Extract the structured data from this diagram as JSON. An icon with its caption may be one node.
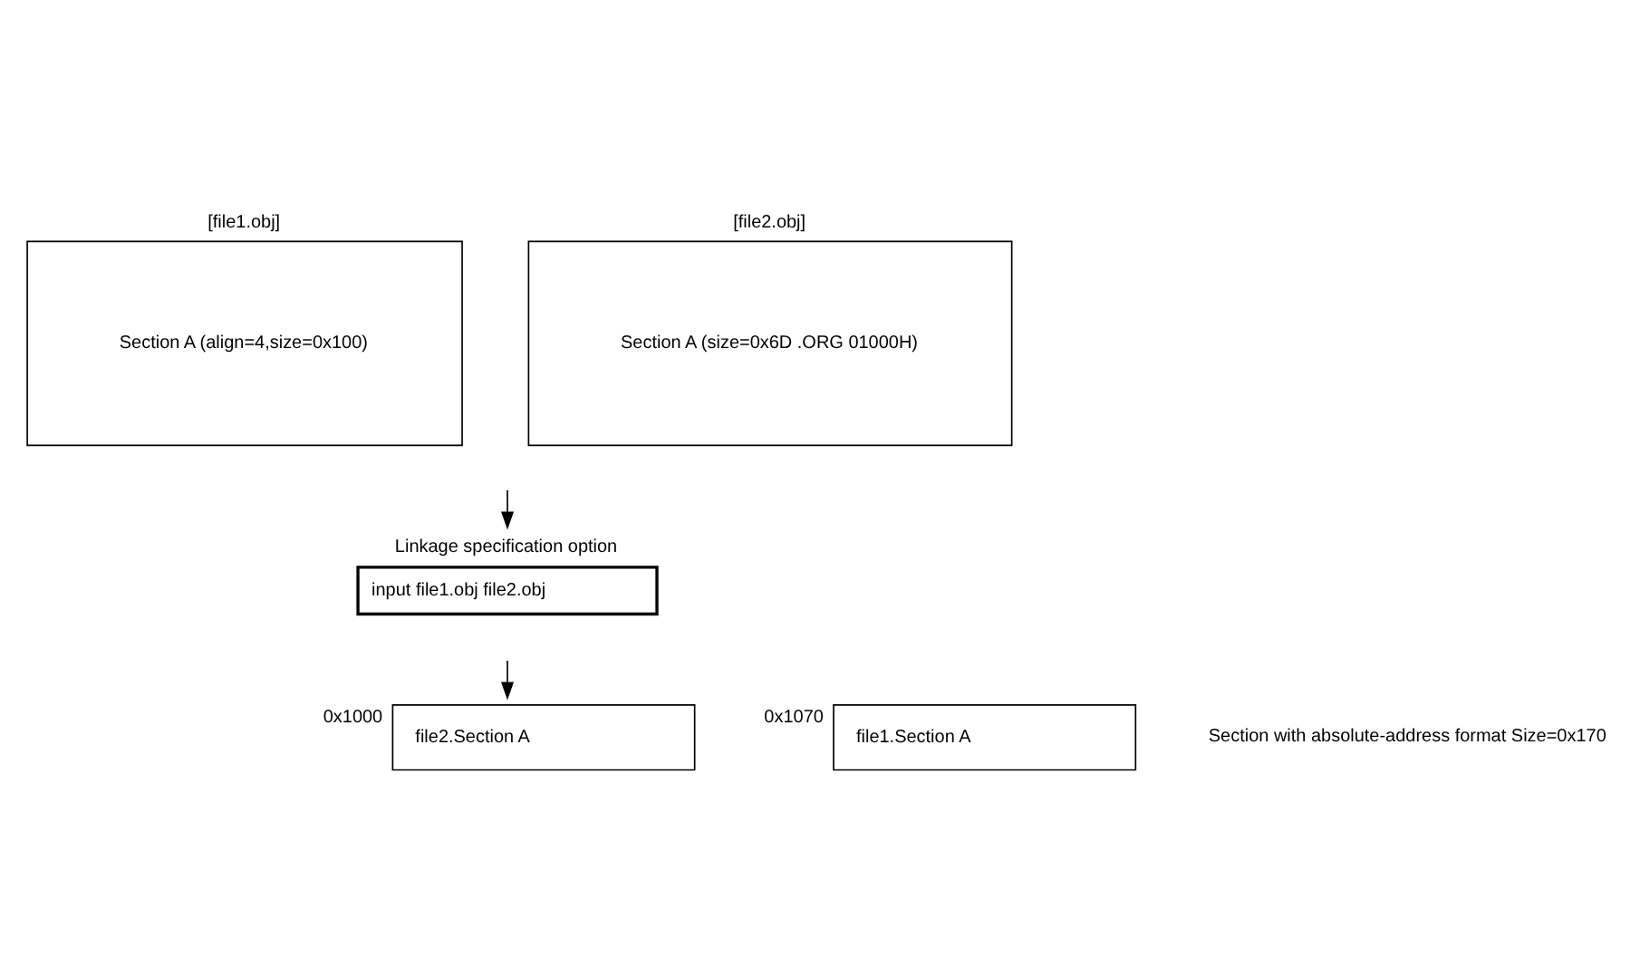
{
  "diagram": {
    "nodes": [
      {
        "text": [
          "[file1.obj]",
          "Section A (align=4,size=0x100)"
        ]
      },
      {
        "text": [
          "[file2.obj]",
          "Section A (size=0x6D .ORG 01000H)"
        ]
      },
      {
        "text": [
          "Linkage specification option",
          "input file1.obj file2.obj"
        ]
      },
      {
        "text": [
          "file2.Section A"
        ],
        "beside": [
          "0x1000"
        ]
      },
      {
        "text": [
          "file1.Section A"
        ],
        "beside": [
          "0x1070"
        ]
      }
    ],
    "edges": [
      {
        "from": null,
        "to": 2,
        "arrow": "to"
      },
      {
        "from": null,
        "to": 3,
        "arrow": "to"
      }
    ],
    "labels": [
      "Section with absolute-address format Size=0x170"
    ]
  }
}
